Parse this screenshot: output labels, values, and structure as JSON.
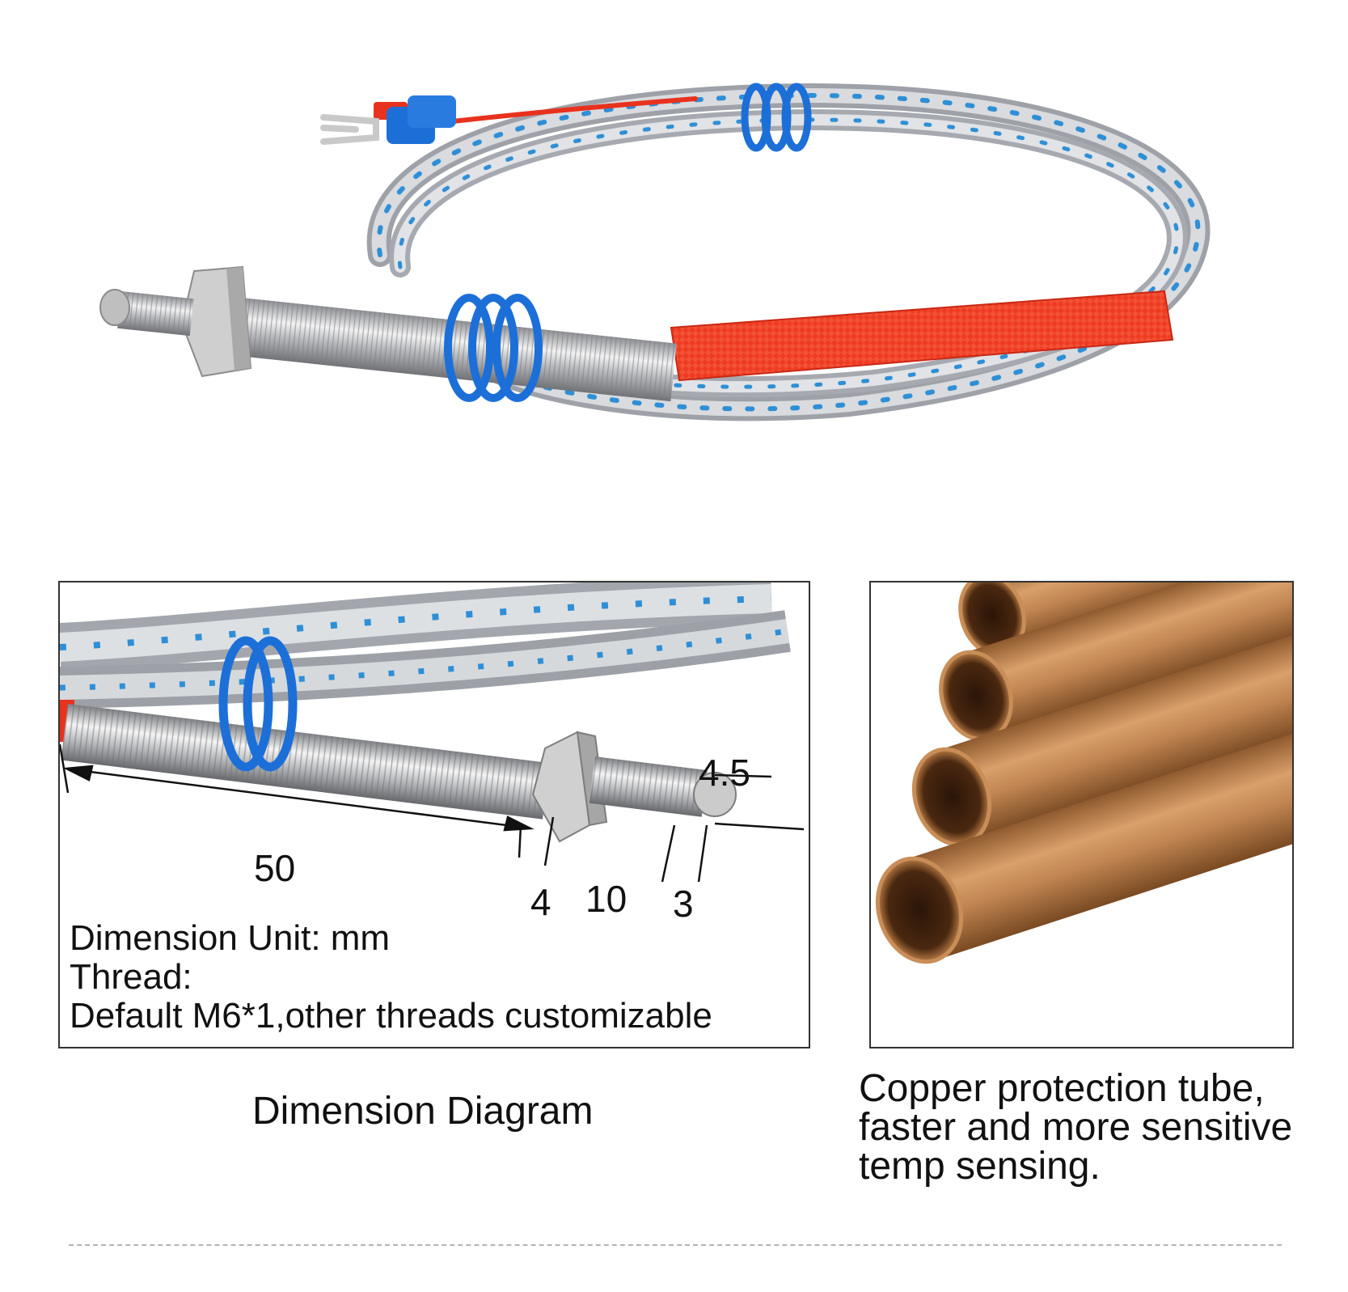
{
  "dimensions": {
    "tip_diameter": "4.5",
    "probe_length": "50",
    "nut_width": "4",
    "thread_length": "10",
    "tip_length": "3"
  },
  "specs": {
    "unit": "Dimension Unit: mm",
    "thread_label": "Thread:",
    "thread_value": "Default M6*1,other threads customizable"
  },
  "captions": {
    "diagram": "Dimension Diagram",
    "copper_line1": "Copper protection tube,",
    "copper_line2": "faster and more sensitive",
    "copper_line3": "temp sensing."
  },
  "colors": {
    "braid": "#b8bcc2",
    "braid_marks": "#2e8fd6",
    "sleeve": "#e8321e",
    "ring": "#1d6fd8",
    "copper": "#b9804e",
    "metal": "#c9c9c9"
  }
}
